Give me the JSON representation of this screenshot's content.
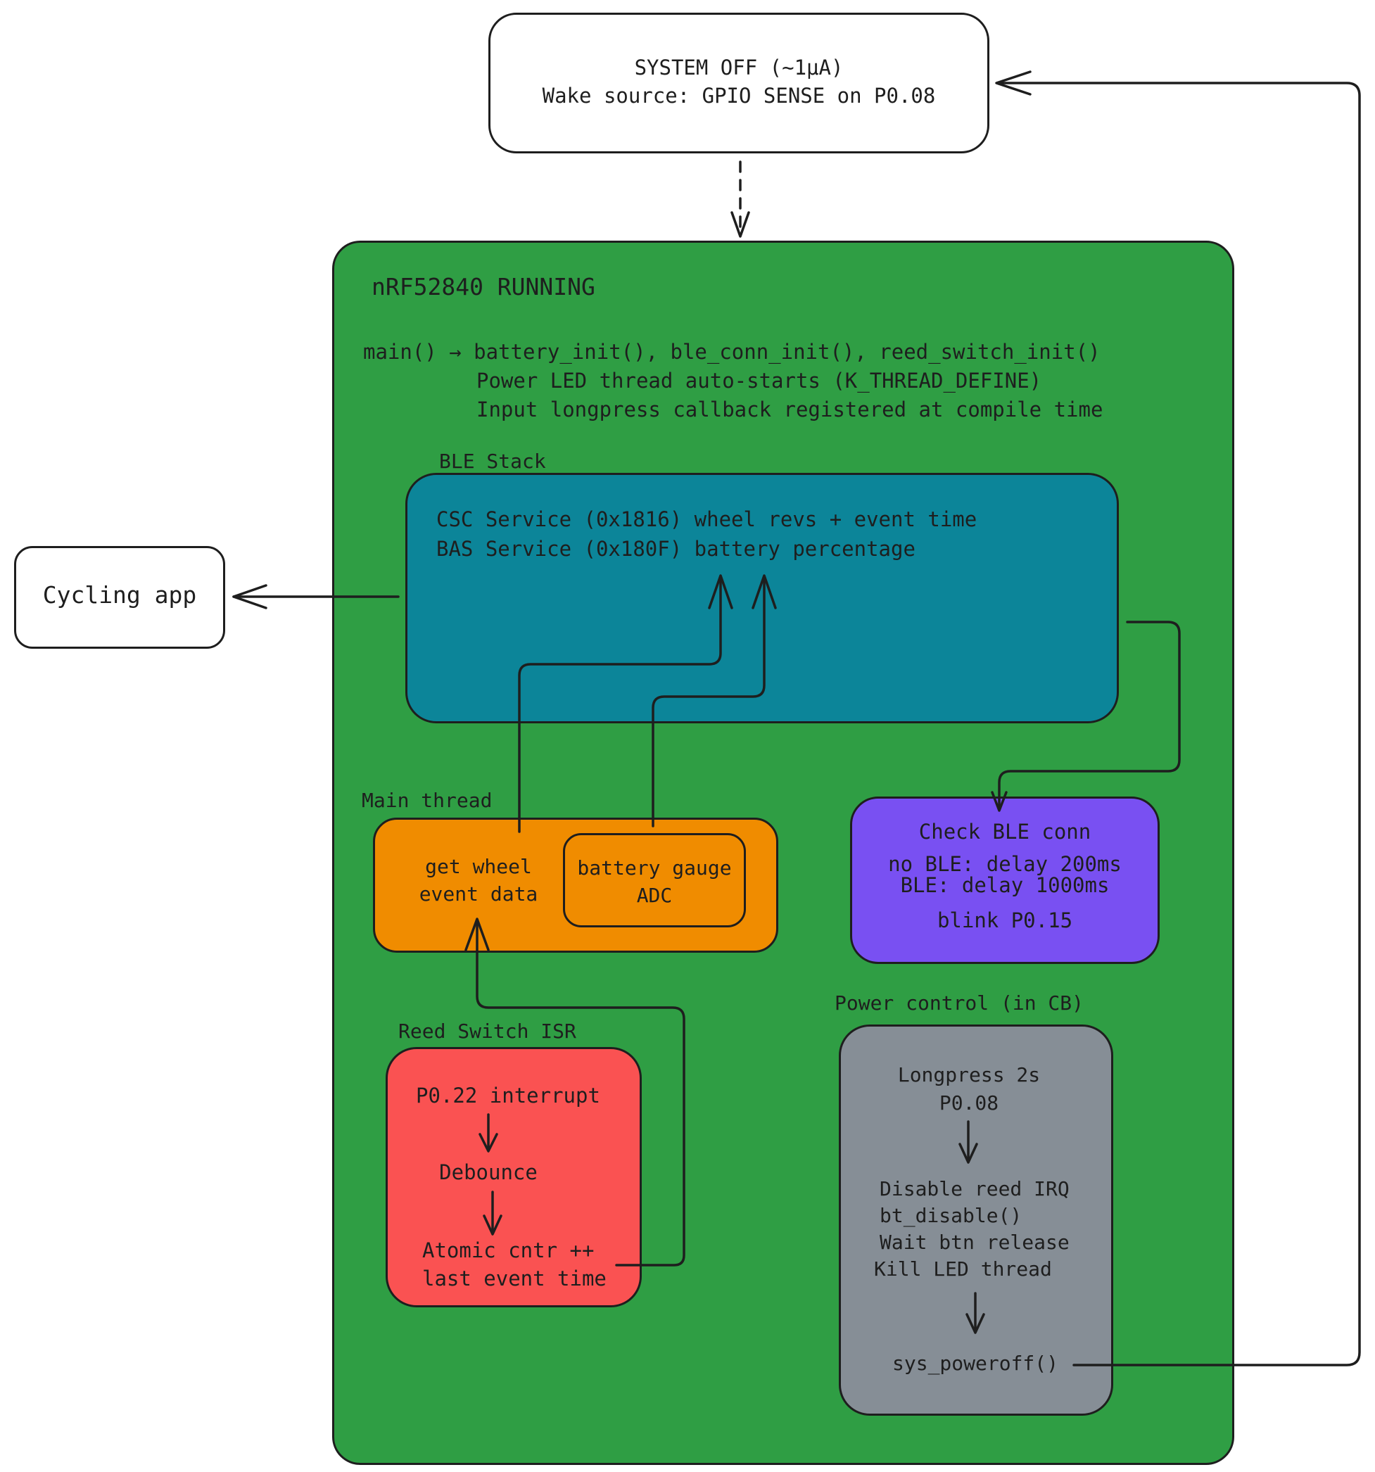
{
  "system_off": {
    "line1": "SYSTEM OFF (~1μA)",
    "line2": "Wake source: GPIO SENSE on P0.08"
  },
  "running": {
    "title": "nRF52840 RUNNING",
    "main_line1": "main() → battery_init(), ble_conn_init(), reed_switch_init()",
    "main_line2": "Power LED thread auto-starts (K_THREAD_DEFINE)",
    "main_line3": "Input longpress callback registered at compile time"
  },
  "cycling_app": {
    "label": "Cycling app"
  },
  "ble_stack": {
    "title": "BLE Stack",
    "line1": "CSC Service (0x1816) wheel revs + event time",
    "line2": "BAS Service (0x180F) battery percentage"
  },
  "main_thread": {
    "title": "Main thread",
    "wheel_line1": "get wheel",
    "wheel_line2": "event data",
    "battery_line1": "battery gauge",
    "battery_line2": "ADC"
  },
  "led_thread": {
    "line1": "Check BLE conn",
    "line2": "no BLE: delay 200ms",
    "line3": "BLE: delay 1000ms",
    "line4": "blink P0.15"
  },
  "reed_isr": {
    "title": "Reed Switch ISR",
    "step1": "P0.22 interrupt",
    "step2": "Debounce",
    "step3_line1": "Atomic cntr ++",
    "step3_line2": "last event time"
  },
  "power_control": {
    "title": "Power control (in CB)",
    "step1_line1": "Longpress 2s",
    "step1_line2": "P0.08",
    "step2_line1": "Disable reed IRQ",
    "step2_line2": "bt_disable()",
    "step2_line3": "Wait btn release",
    "step2_line4": "Kill LED thread",
    "step3": "sys_poweroff()"
  },
  "colors": {
    "running_bg": "#2f9e44",
    "ble_bg": "#0c8599",
    "main_thread_bg": "#f08c00",
    "led_bg": "#7950f2",
    "reed_bg": "#fa5252",
    "power_bg": "#868e96",
    "stroke": "#1e1e1e"
  }
}
